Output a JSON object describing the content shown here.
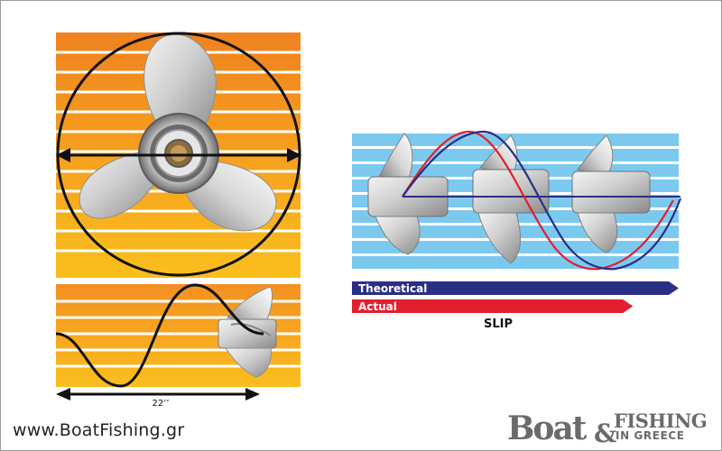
{
  "diagram": {
    "diameter_label": "22’’",
    "bars": [
      {
        "label": "Theoretical",
        "color": "#2a2f86",
        "fraction": 1.0
      },
      {
        "label": "Actual",
        "color": "#e0202e",
        "fraction": 0.86
      }
    ],
    "slip_label": "SLIP"
  },
  "footer": {
    "url": "www.BoatFishing.gr",
    "logo": {
      "boat": "Boat",
      "amp": "&",
      "fishing": "FISHING",
      "greece": "IN GREECE"
    }
  },
  "colors": {
    "orange_top": "#f0821f",
    "orange_bottom": "#fbbf1d",
    "sky": "#7cc9f0",
    "theoretical": "#2a2f86",
    "actual": "#e0202e"
  }
}
